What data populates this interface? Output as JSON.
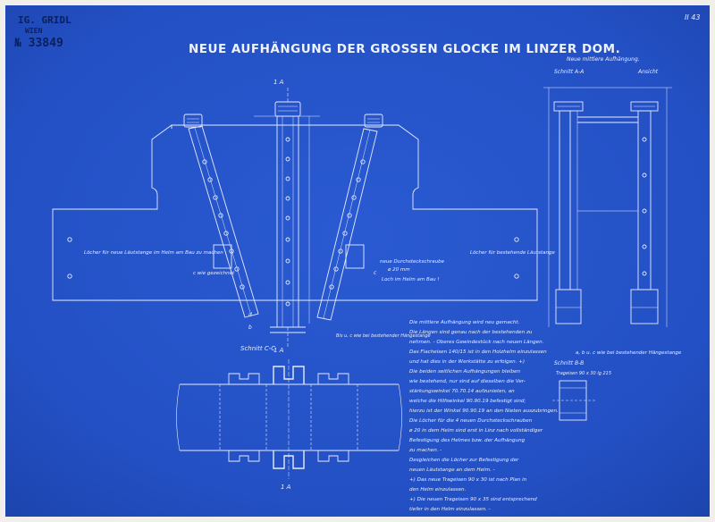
{
  "colors": {
    "paper": "#2453c9",
    "ink": "#e6ecfb",
    "stamp": "#0c1f5e",
    "margin": "#f1efe9"
  },
  "stamp": {
    "line1": "IG. GRIDL",
    "line2": "WIEN",
    "number": "№ 33849"
  },
  "sheet_number": "II 43",
  "title": "NEUE AUFHÄNGUNG DER GROSSEN GLOCKE IM LINZER DOM.",
  "right_view": {
    "header": "Neue mittlere Aufhängung.",
    "section_label": "Schnitt A-A",
    "view_label": "Ansicht",
    "bottom_note": "a, b u. c wie bei bestehender Hängestange",
    "section_bb": "Schnitt B-B",
    "section_bb_note": "Trageisen 90 x 30 lg 215"
  },
  "front_view": {
    "label_1a_top": "1 A",
    "label_1a_bottom": "1 A",
    "left_note": "Löcher für neue Läutstange im Helm am Bau zu machen",
    "right_note": "Löcher für bestehende Läutstange",
    "c_left": "c wie gezeichnet",
    "c_right": "c",
    "bolt_note": "neue Durchsteckschraube",
    "bolt_size": "ø 20 mm",
    "hole_note": "Loch im Helm am Bau !",
    "hanger_note": "Bis u. c wie bei bestehender Hängestange",
    "d_b": "d",
    "d_b2": "b"
  },
  "section_cc": {
    "label": "Schnitt C-C",
    "label_1a": "1 A"
  },
  "notes": [
    "Die mittlere Aufhängung wird neu gemacht.",
    "Die Längen sind genau nach der bestehenden zu",
    "nehmen. - Oberes Gewindestück nach neuen Längen.",
    "Das Flacheisen 140/15 ist in den Holzhelm einzulassen",
    "und hat dies in der Werkstätte zu erfolgen. +)",
    "Die beiden seitlichen Aufhängungen bleiben",
    "wie bestehend, nur sind auf dieselben die Ver-",
    "stärkungswinkel 70.70.14 aufzunieten, an",
    "welche die Hilfswinkel 90.90.19 befestigt sind;",
    "hierzu ist der Winkel 90.90.19 an den Nieten auszubringen.",
    "Die Löcher für die 4 neuen Durchsteckschrauben",
    "ø 20 in dem Helm sind erst in Linz nach vollständiger",
    "Befestigung des Helmes bzw. der Aufhängung",
    "zu machen. -",
    "Desgleichen die Löcher zur Befestigung der",
    "neuen Läutstange an dem Helm. -",
    "+) Das neue Trageisen 90 x 30 ist nach Plan in",
    "den Helm einzulassen.",
    "+) Die neuen Trageisen 90 x 35 sind entsprechend",
    "tiefer in den Helm einzulassen. -"
  ]
}
